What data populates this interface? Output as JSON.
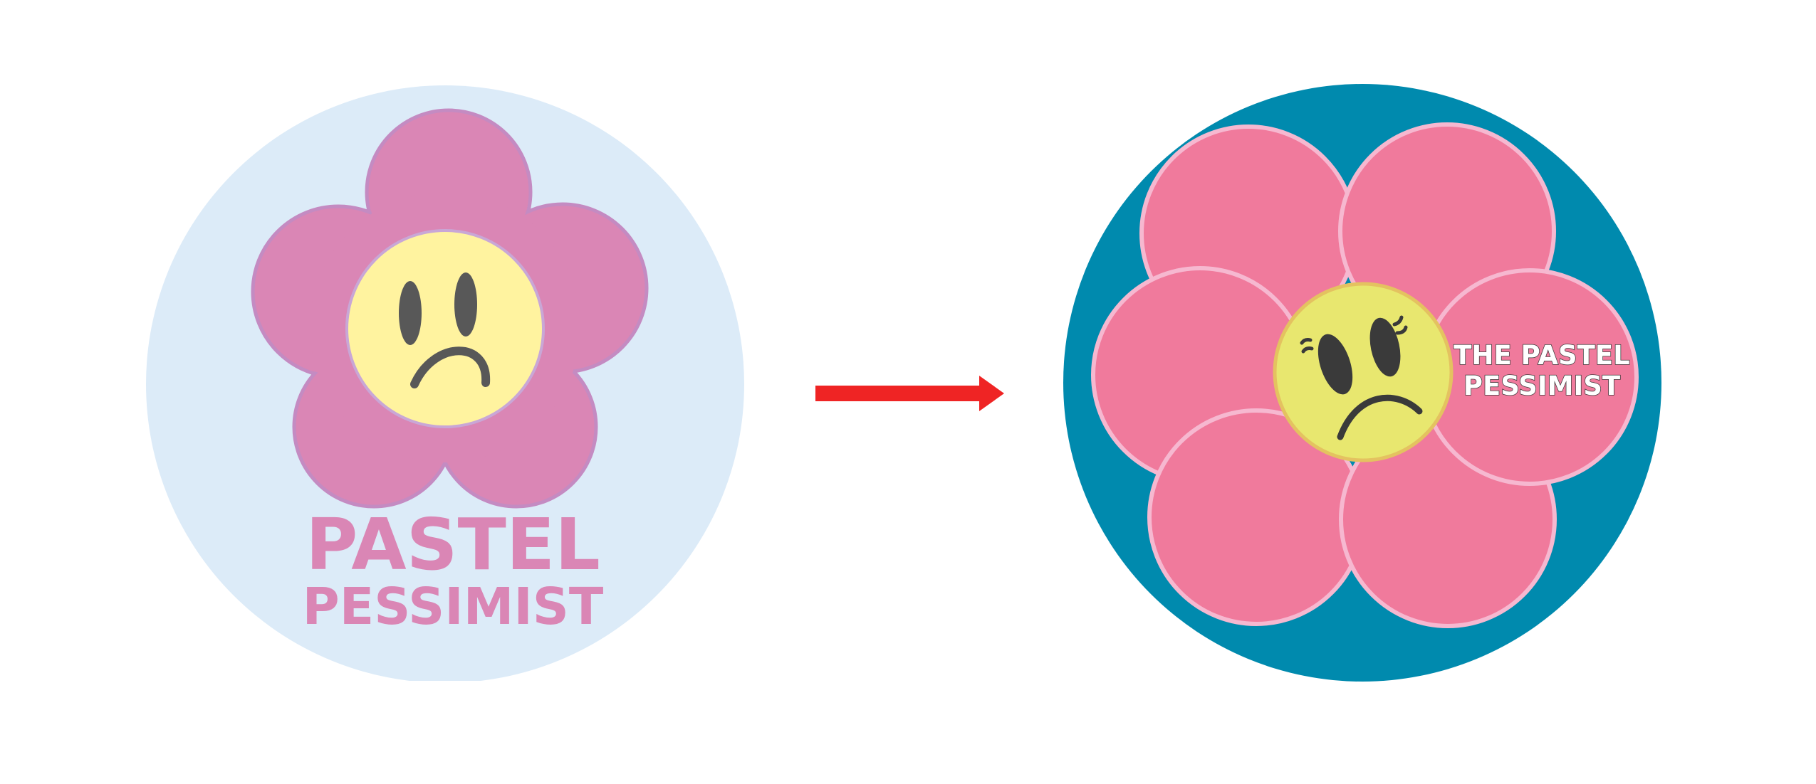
{
  "left_logo": {
    "wordmark_line1": "PASTEL",
    "wordmark_line2": "PESSIMIST",
    "colors": {
      "background": "#DCEBF8",
      "petals": "#DA86B5",
      "petal_outline": "#C48BC2",
      "face": "#FFF39F",
      "face_outline": "#C9A7D6",
      "features": "#585858",
      "wordmark": "#DA86B5"
    }
  },
  "arrow": {
    "color": "#EF2424"
  },
  "right_logo": {
    "wordmark_line1": "THE PASTEL",
    "wordmark_line2": "PESSIMIST",
    "colors": {
      "background": "#008AAE",
      "petals": "#F07A9C",
      "petal_outline": "#F6B8D0",
      "face": "#E8E76F",
      "face_outline": "#E4C260",
      "features": "#3A3A3A",
      "wordmark": "#FFFFFF",
      "wordmark_outline": "#3A3A3A"
    }
  }
}
